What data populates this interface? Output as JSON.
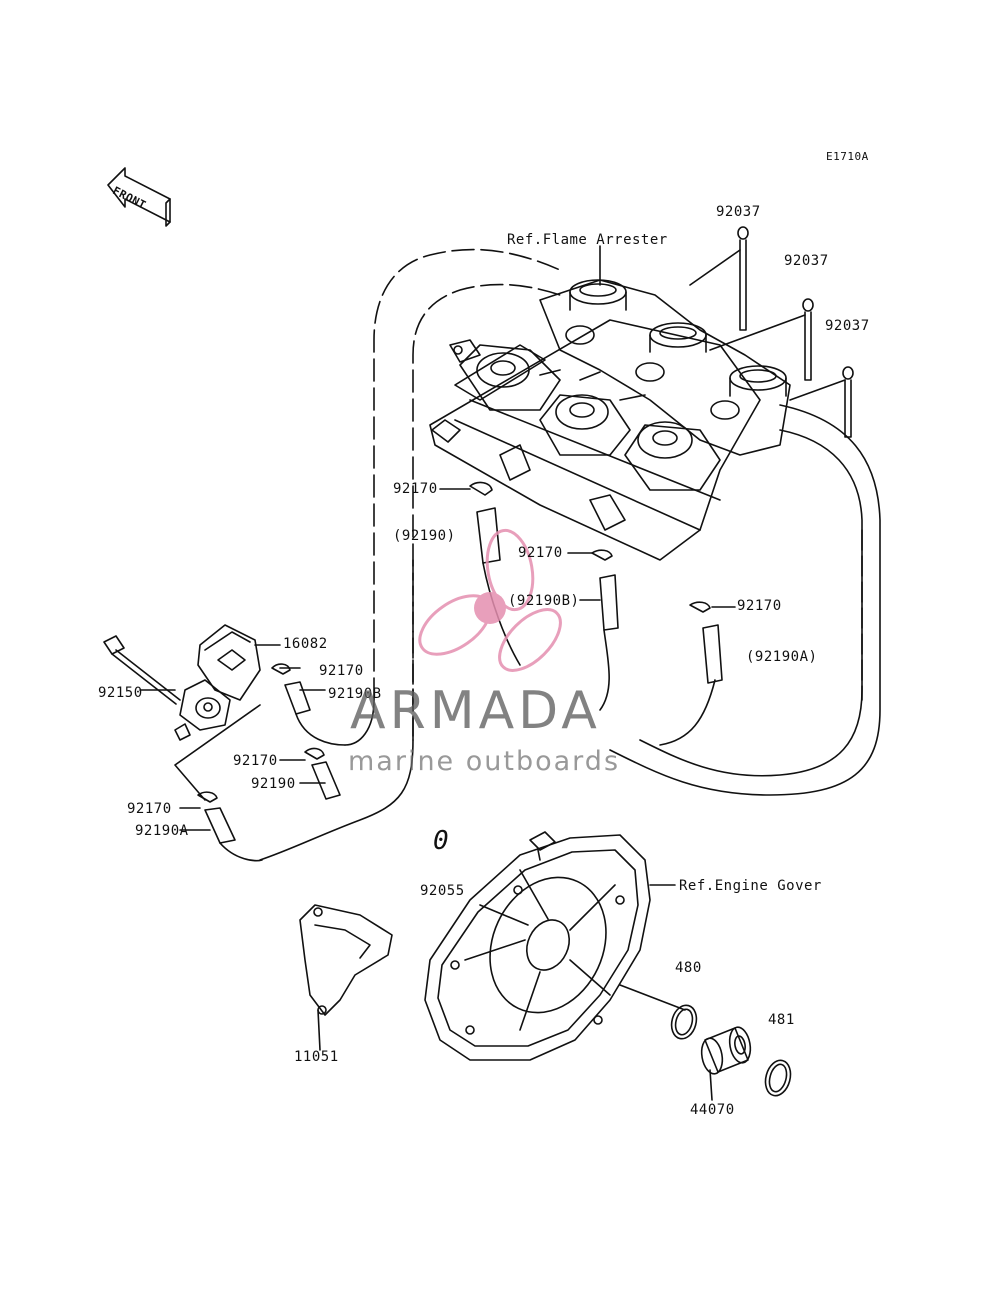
{
  "diagram": {
    "code": "E1710A",
    "front_label": "FRONT",
    "ref_labels": {
      "flame_arrester": "Ref.Flame Arrester",
      "engine_cover": "Ref.Engine Gover"
    },
    "part_numbers": {
      "p92037_a": "92037",
      "p92037_b": "92037",
      "p92037_c": "92037",
      "p92170_a": "92170",
      "p92190_paren": "(92190)",
      "p92170_b": "92170",
      "p92190B_paren": "(92190B)",
      "p92170_c": "92170",
      "p92190A_paren": "(92190A)",
      "p16082": "16082",
      "p92150": "92150",
      "p92170_d": "92170",
      "p92190B": "92190B",
      "p92170_e": "92170",
      "p92190": "92190",
      "p92170_f": "92170",
      "p92190A": "92190A",
      "p92055": "92055",
      "p11051": "11051",
      "p480": "480",
      "p481": "481",
      "p44070": "44070"
    },
    "note_mark": "0"
  },
  "watermark": {
    "title": "ARMADA",
    "subtitle": "marine outboards",
    "logo_color": "#e58fb0",
    "text_color": "#5f5f5f"
  }
}
